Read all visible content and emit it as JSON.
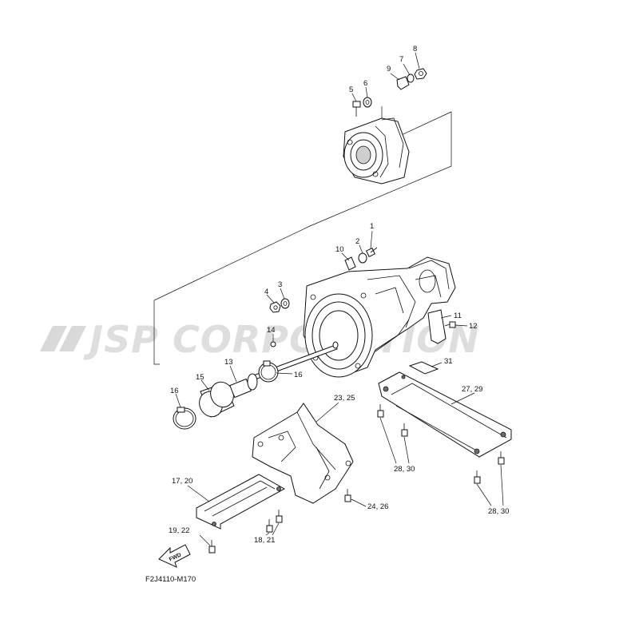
{
  "diagram": {
    "watermark": "JSP CORPORATION",
    "figure_code": "F2J4110-M170",
    "fwd_label": "FWD",
    "callouts": {
      "c1": "1",
      "c2": "2",
      "c3": "3",
      "c4": "4",
      "c5": "5",
      "c6": "6",
      "c7": "7",
      "c8": "8",
      "c9": "9",
      "c10": "10",
      "c11": "11",
      "c12": "12",
      "c13": "13",
      "c14": "14",
      "c15": "15",
      "c16a": "16",
      "c16b": "16",
      "c17_20": "17, 20",
      "c18_21": "18, 21",
      "c19_22": "19, 22",
      "c23_25": "23, 25",
      "c24_26": "24, 26",
      "c27_29": "27, 29",
      "c28_30a": "28, 30",
      "c28_30b": "28, 30",
      "c31": "31"
    }
  }
}
